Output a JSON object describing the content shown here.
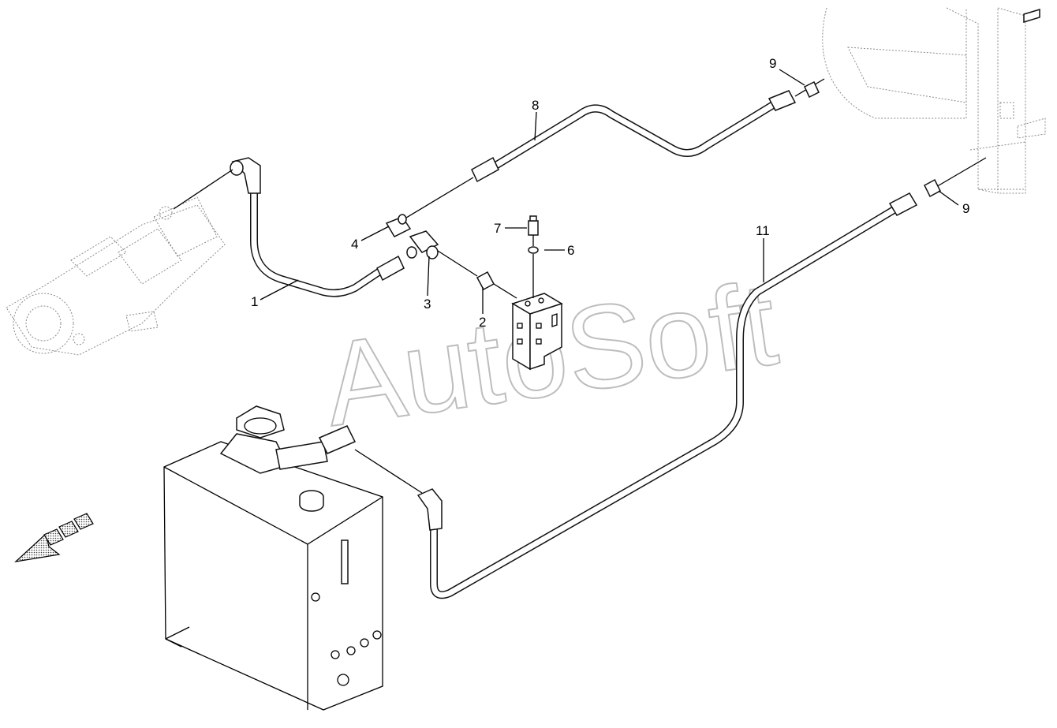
{
  "watermark": "AutoSoft",
  "callouts": {
    "c1": "1",
    "c2": "2",
    "c3": "3",
    "c4": "4",
    "c6": "6",
    "c7": "7",
    "c8": "8",
    "c9a": "9",
    "c9b": "9",
    "c11": "11"
  },
  "icons": {
    "direction_arrow": "direction-arrow-icon"
  }
}
